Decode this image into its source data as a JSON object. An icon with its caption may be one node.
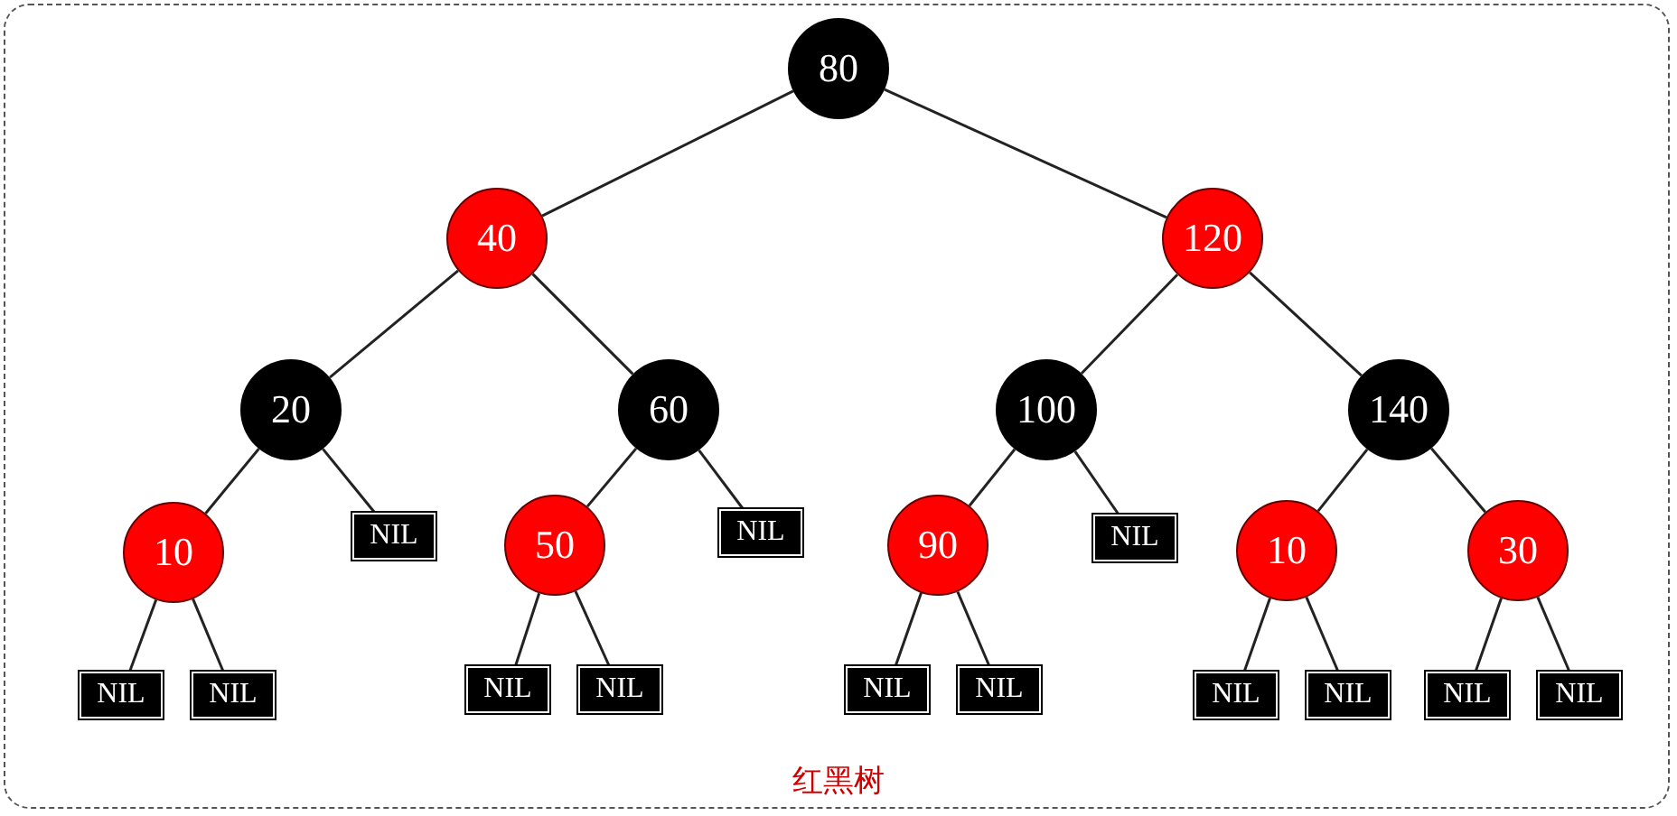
{
  "diagram": {
    "caption": "红黑树",
    "nodes": [
      {
        "text": [
          "80"
        ]
      },
      {
        "text": [
          "40"
        ]
      },
      {
        "text": [
          "120"
        ]
      },
      {
        "text": [
          "20"
        ]
      },
      {
        "text": [
          "60"
        ]
      },
      {
        "text": [
          "100"
        ]
      },
      {
        "text": [
          "140"
        ]
      },
      {
        "text": [
          "10"
        ]
      },
      {
        "text": [
          "NIL"
        ]
      },
      {
        "text": [
          "50"
        ]
      },
      {
        "text": [
          "NIL"
        ]
      },
      {
        "text": [
          "90"
        ]
      },
      {
        "text": [
          "NIL"
        ]
      },
      {
        "text": [
          "10"
        ]
      },
      {
        "text": [
          "30"
        ]
      },
      {
        "text": [
          "NIL"
        ]
      },
      {
        "text": [
          "NIL"
        ]
      },
      {
        "text": [
          "NIL"
        ]
      },
      {
        "text": [
          "NIL"
        ]
      },
      {
        "text": [
          "NIL"
        ]
      },
      {
        "text": [
          "NIL"
        ]
      },
      {
        "text": [
          "NIL"
        ]
      },
      {
        "text": [
          "NIL"
        ]
      },
      {
        "text": [
          "NIL"
        ]
      },
      {
        "text": [
          "NIL"
        ]
      }
    ],
    "edges": [
      {
        "from": 0,
        "to": 1,
        "arrow": "none"
      },
      {
        "from": 0,
        "to": 2,
        "arrow": "none"
      },
      {
        "from": 1,
        "to": 3,
        "arrow": "none"
      },
      {
        "from": 1,
        "to": 4,
        "arrow": "none"
      },
      {
        "from": 2,
        "to": 5,
        "arrow": "none"
      },
      {
        "from": 2,
        "to": 6,
        "arrow": "none"
      },
      {
        "from": 3,
        "to": 7,
        "arrow": "none"
      },
      {
        "from": 3,
        "to": 8,
        "arrow": "none"
      },
      {
        "from": 4,
        "to": 9,
        "arrow": "none"
      },
      {
        "from": 4,
        "to": 10,
        "arrow": "none"
      },
      {
        "from": 5,
        "to": 11,
        "arrow": "none"
      },
      {
        "from": 5,
        "to": 12,
        "arrow": "none"
      },
      {
        "from": 6,
        "to": 13,
        "arrow": "none"
      },
      {
        "from": 6,
        "to": 14,
        "arrow": "none"
      },
      {
        "from": 7,
        "to": 15,
        "arrow": "none"
      },
      {
        "from": 7,
        "to": 16,
        "arrow": "none"
      },
      {
        "from": 9,
        "to": 17,
        "arrow": "none"
      },
      {
        "from": 9,
        "to": 18,
        "arrow": "none"
      },
      {
        "from": 11,
        "to": 19,
        "arrow": "none"
      },
      {
        "from": 11,
        "to": 20,
        "arrow": "none"
      },
      {
        "from": 13,
        "to": 21,
        "arrow": "none"
      },
      {
        "from": 13,
        "to": 22,
        "arrow": "none"
      },
      {
        "from": 14,
        "to": 23,
        "arrow": "none"
      },
      {
        "from": 14,
        "to": 24,
        "arrow": "none"
      }
    ]
  }
}
